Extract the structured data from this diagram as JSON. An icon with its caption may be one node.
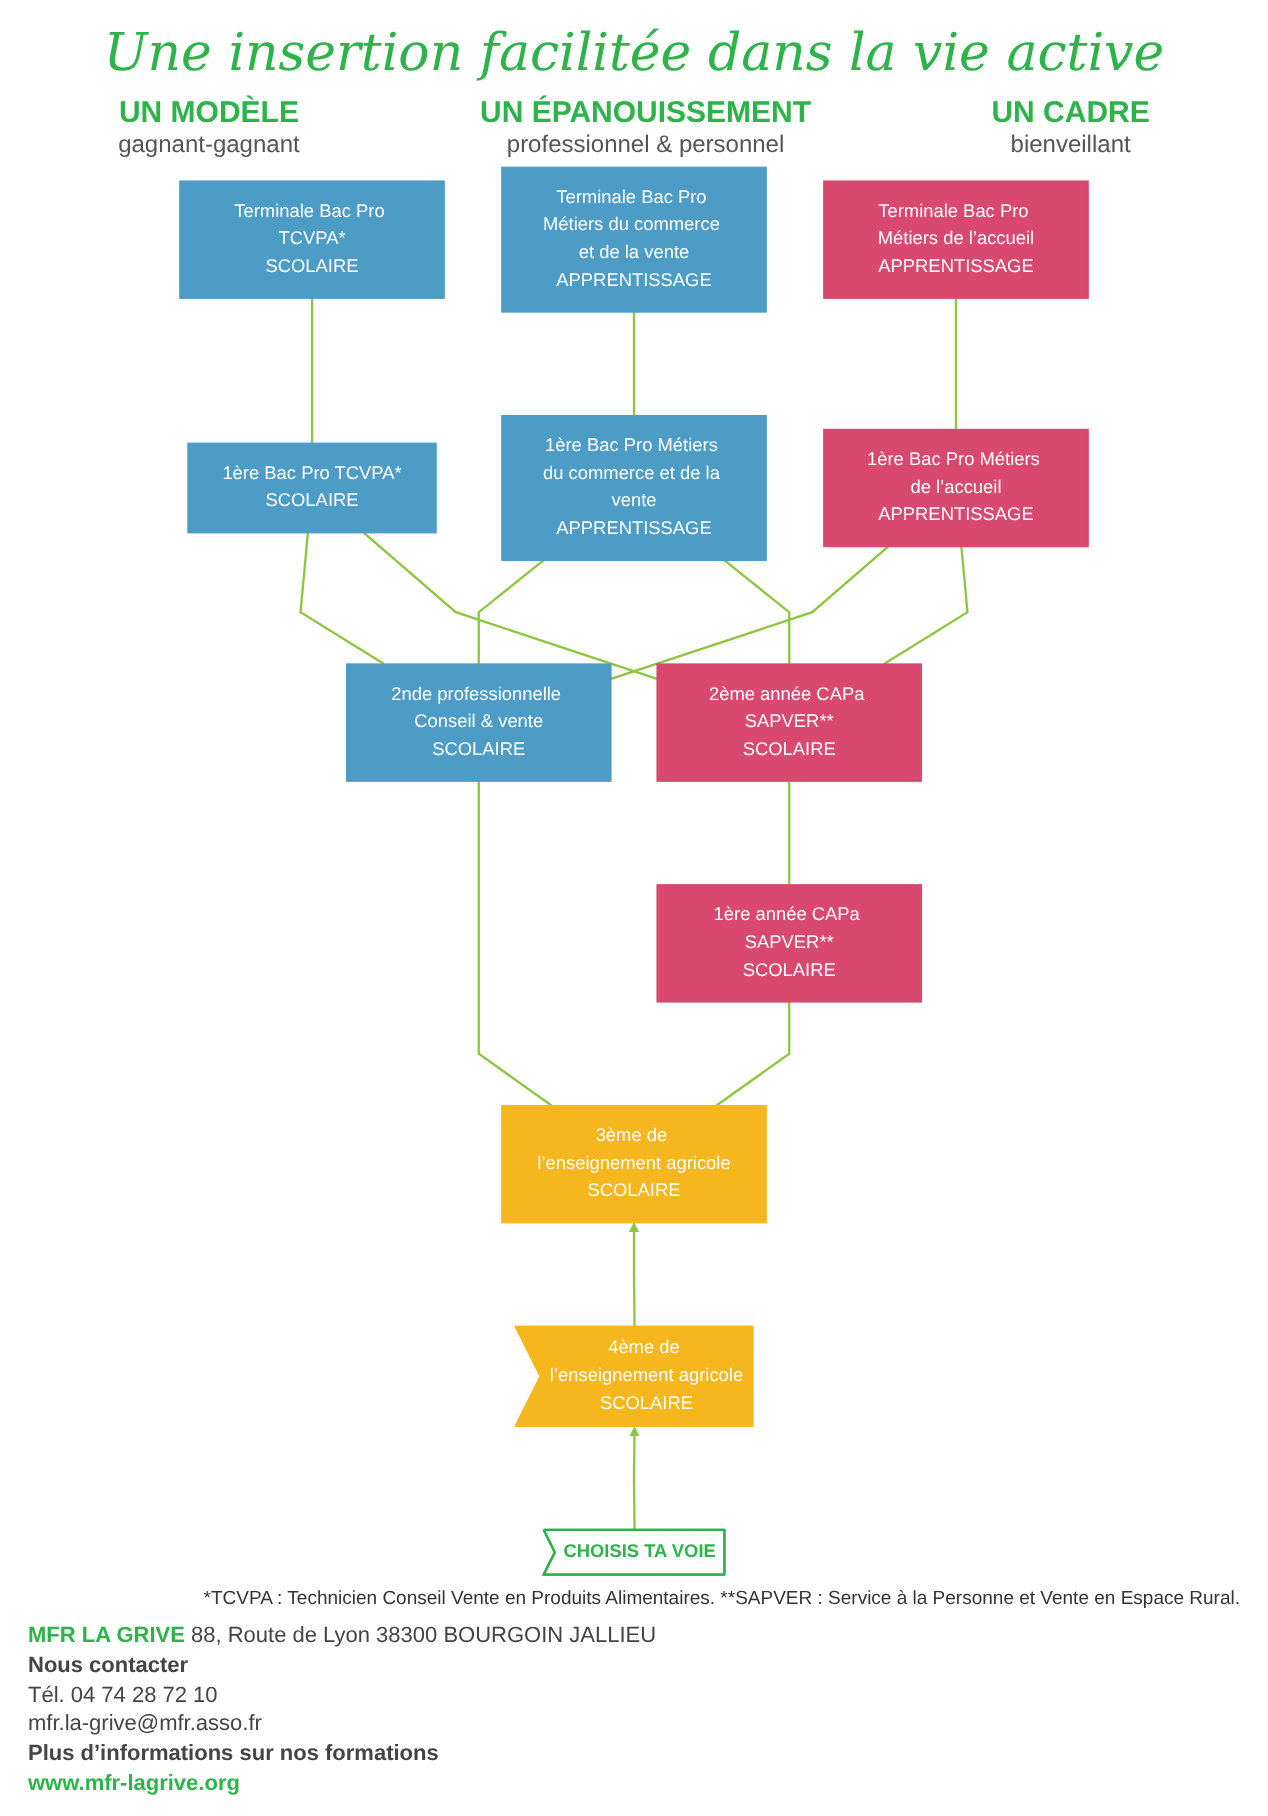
{
  "diagram": {
    "title": "Une insertion facilitée dans la vie active",
    "nodes": [
      {
        "text": [
          "Terminale Bac Pro TCVPA*",
          "SCOLAIRE"
        ]
      },
      {
        "text": [
          "Terminale Bac Pro Métiers du commerce et de la vente",
          "APPRENTISSAGE"
        ]
      },
      {
        "text": [
          "Terminale Bac Pro Métiers de l’accueil",
          "APPRENTISSAGE"
        ]
      },
      {
        "text": [
          "1ère Bac Pro TCVPA*",
          "SCOLAIRE"
        ]
      },
      {
        "text": [
          "1ère Bac Pro Métiers du commerce et de la vente",
          "APPRENTISSAGE"
        ]
      },
      {
        "text": [
          "1ère Bac Pro Métiers de l’accueil",
          "APPRENTISSAGE"
        ]
      },
      {
        "text": [
          "2nde professionnelle Conseil & vente",
          "SCOLAIRE"
        ]
      },
      {
        "text": [
          "2ème année CAPa SAPVER**",
          "SCOLAIRE"
        ]
      },
      {
        "text": [
          "1ère année CAPa SAPVER**",
          "SCOLAIRE"
        ]
      },
      {
        "text": [
          "CHOISIS TA VOIE"
        ]
      },
      {
        "text": [
          "4ème de l’enseignement agricole",
          "SCOLAIRE"
        ]
      },
      {
        "text": [
          "3ème de l’enseignement agricole",
          "SCOLAIRE"
        ]
      }
    ],
    "edges": [
      {
        "from": 9,
        "to": 10,
        "arrow": "to"
      },
      {
        "from": 10,
        "to": 11,
        "arrow": "to"
      },
      {
        "from": 11,
        "to": 6,
        "arrow": "none"
      },
      {
        "from": 11,
        "to": 8,
        "arrow": "none"
      },
      {
        "from": 8,
        "to": 7,
        "arrow": "none"
      },
      {
        "from": 6,
        "to": 3,
        "arrow": "none"
      },
      {
        "from": 6,
        "to": 4,
        "arrow": "none"
      },
      {
        "from": 6,
        "to": 5,
        "arrow": "none"
      },
      {
        "from": 7,
        "to": 3,
        "arrow": "none"
      },
      {
        "from": 7,
        "to": 4,
        "arrow": "none"
      },
      {
        "from": 7,
        "to": 5,
        "arrow": "none"
      },
      {
        "from": 3,
        "to": 0,
        "arrow": "none"
      },
      {
        "from": 4,
        "to": 1,
        "arrow": "none"
      },
      {
        "from": 5,
        "to": 2,
        "arrow": "none"
      }
    ],
    "labels": [
      "UN MODÈLE",
      "gagnant-gagnant",
      "UN ÉPANOUISSEMENT",
      "professionnel & personnel",
      "UN CADRE",
      "bienveillant",
      "*TCVPA : Technicien Conseil Vente en Produits Alimentaires. **SAPVER : Service à la Personne et Vente en Espace Rural.",
      "MFR LA GRIVE",
      "88, Route de Lyon 38300 BOURGOIN JALLIEU",
      "Nous contacter",
      "Tél. 04 74 28 72 10",
      "mfr.la-grive@mfr.asso.fr",
      "Plus d’informations sur nos formations",
      "www.mfr-lagrive.org"
    ]
  }
}
